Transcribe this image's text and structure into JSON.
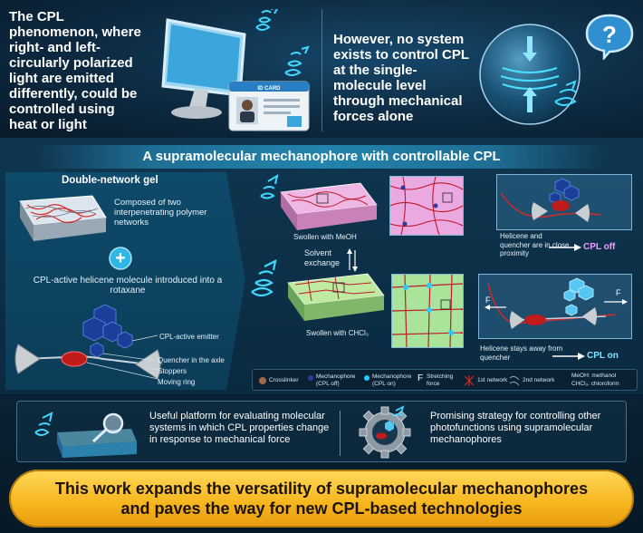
{
  "top": {
    "left_text": "The CPL phenomenon, where right- and left-circularly polarized light are emitted differently, could be controlled using heat or light",
    "right_text": "However, no system exists to control CPL at the single-molecule level through mechanical forces alone",
    "id_card_label": "ID CARD",
    "question_mark": "?"
  },
  "middle": {
    "banner": "A supramolecular mechanophore with controllable CPL",
    "gel_title": "Double-network gel",
    "gel_desc": "Composed of two interpenetrating polymer networks",
    "plus": "+",
    "helicene_desc": "CPL-active helicene molecule introduced into a rotaxane",
    "emitter_label": "CPL-active emitter",
    "quencher_label": "Quencher in the axle",
    "stoppers_label": "Stoppers",
    "ring_label": "Moving ring",
    "swollen_meoh": "Swollen with MeOH",
    "solvent_exchange": "Solvent exchange",
    "swollen_chcl3": "Swollen with CHCl₃",
    "proximity_desc": "Helicene and quencher are in close proximity",
    "cpl_off": "CPL off",
    "away_desc": "Helicene stays away from quencher",
    "cpl_on": "CPL on",
    "force_label": "F"
  },
  "legend": {
    "crosslinker": "Crosslinker",
    "mech_off": "Mechanophore (CPL off)",
    "mech_on": "Mechanophore (CPL on)",
    "stretch_symbol": "F",
    "stretch": "Stretching force",
    "net1": "1st network",
    "net2": "2nd network",
    "abbrev_meoh": "MeOH: methanol",
    "abbrev_chcl3": "CHCl₃: chloroform"
  },
  "bottom": {
    "platform_text": "Useful platform for evaluating molecular systems in which CPL properties change in response to mechanical force",
    "strategy_text": "Promising strategy for controlling other photofunctions using supramolecular mechanophores",
    "conclusion_line1": "This work expands the versatility of supramolecular mechanophores",
    "conclusion_line2": "and paves the way for new CPL-based technologies"
  },
  "colors": {
    "accent_cyan": "#29c7ff",
    "cpl_off": "#f39cff",
    "cpl_on": "#7fe7ff",
    "gold": "#f6b41c"
  }
}
